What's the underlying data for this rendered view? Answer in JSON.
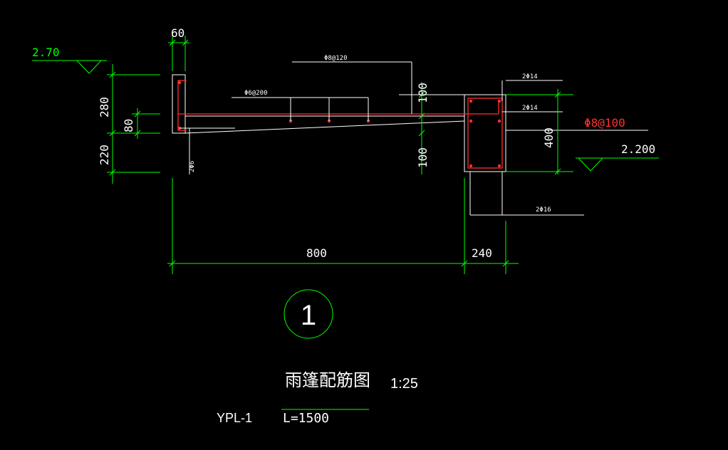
{
  "colors": {
    "background": "#000000",
    "dimension": "#00ff00",
    "outline": "#ffffff",
    "rebar": "#ff3030",
    "annotation": "#ffffff"
  },
  "drawing": {
    "elevations": {
      "top": "2.70",
      "beam_bottom": "2.200"
    },
    "dimensions": {
      "slab_edge_width": "60",
      "upper_height": "280",
      "edge_thickness": "80",
      "lower_height": "220",
      "canopy_length": "800",
      "beam_width": "240",
      "beam_depth": "400",
      "slab_top_thk": "100",
      "slab_bottom_thk": "100"
    },
    "rebar_labels": {
      "slab_top": "Φ8@120",
      "distribution": "Φ6@200",
      "beam_top_1": "2Φ14",
      "beam_top_2": "2Φ14",
      "beam_stirrup": "Φ8@100",
      "beam_bottom": "2Φ16",
      "edge_bars": "2Φ6"
    },
    "section_marker": "1",
    "title": "雨篷配筋图",
    "scale": "1:25",
    "member_id": "YPL-1",
    "length": "L=1500"
  }
}
